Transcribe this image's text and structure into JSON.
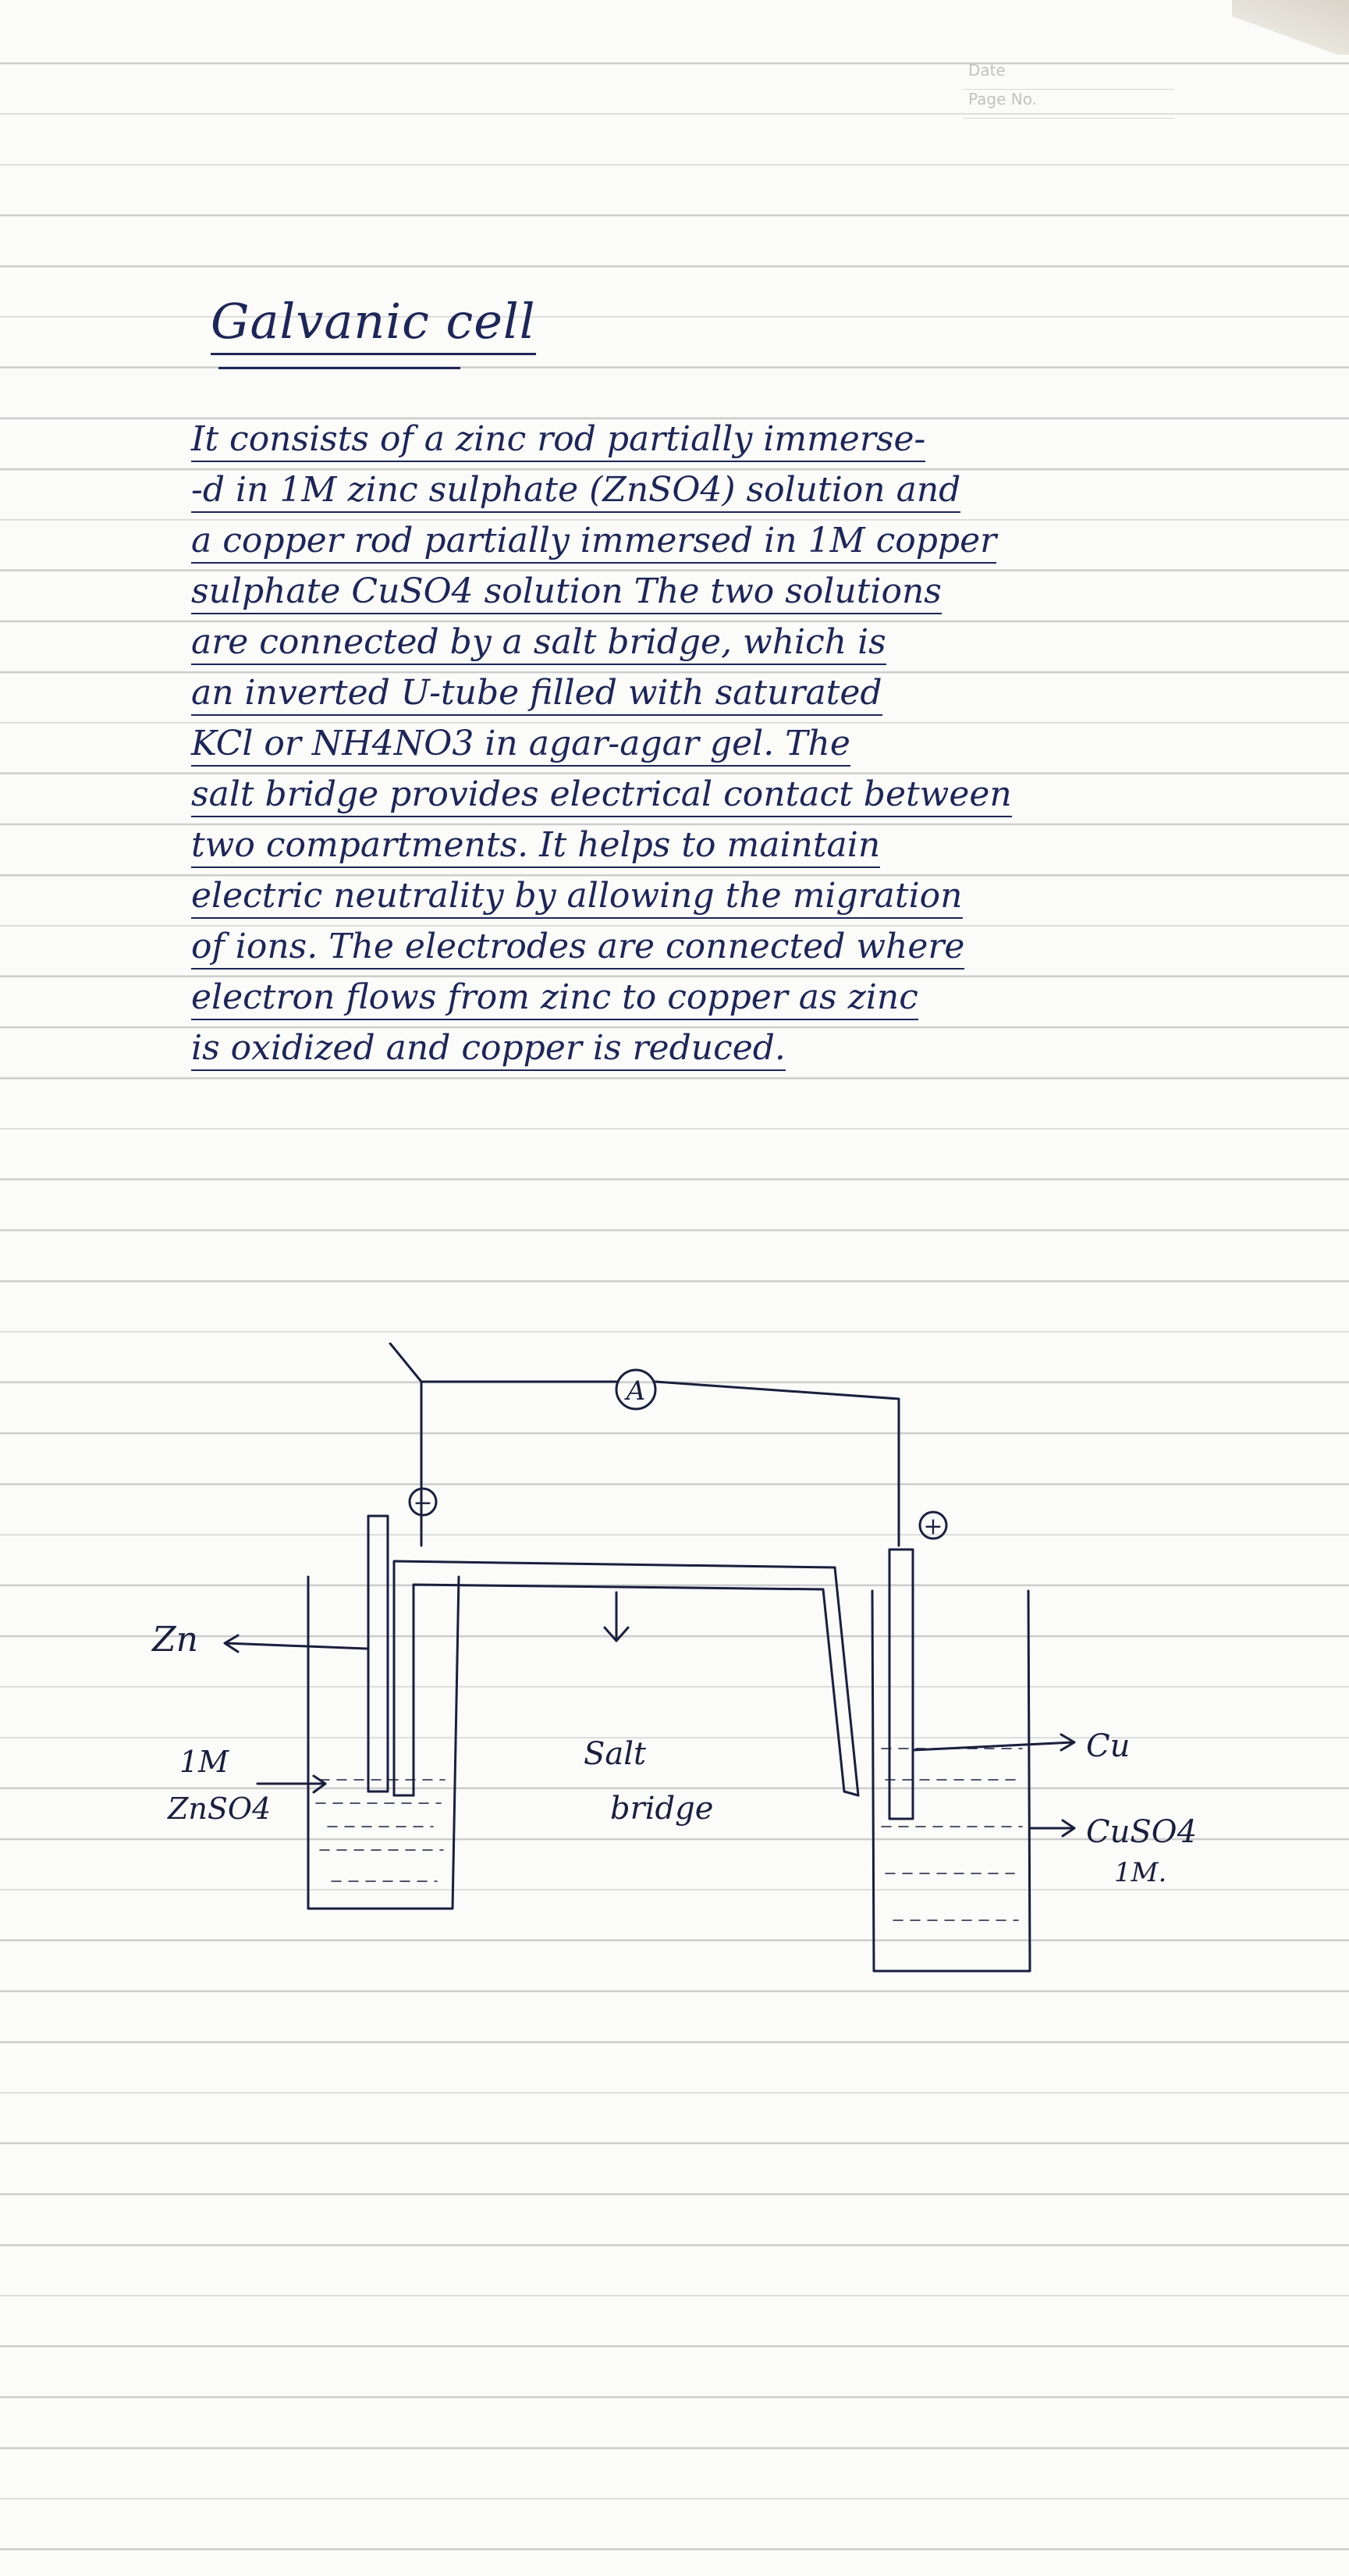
{
  "page": {
    "header_box": {
      "line_1": "Date",
      "line_2": "Page No."
    },
    "title": "Galvanic cell",
    "note_lines": [
      "It consists of a zinc rod partially immerse-",
      "-d in 1M zinc sulphate (ZnSO4) solution and",
      "a copper rod partially immersed in 1M copper",
      "sulphate CuSO4 solution The two solutions",
      "are connected by a salt bridge, which is",
      "an inverted U-tube filled with saturated",
      "KCl or NH4NO3 in agar-agar gel. The",
      "salt bridge provides electrical contact between",
      "two compartments. It helps to maintain",
      "electric neutrality by allowing the migration",
      "of ions. The electrodes are connected where",
      "electron flows from zinc to copper as zinc",
      "is oxidized and copper is reduced."
    ]
  },
  "diagram": {
    "ammeter": "A",
    "anode_sign": "−",
    "cathode_sign": "+",
    "zn_label": "Zn",
    "zn_solution": [
      "1M",
      "ZnSO4"
    ],
    "salt_bridge": [
      "Salt",
      "bridge"
    ],
    "cu_label": "Cu",
    "cu_solution": [
      "CuSO4",
      "1M."
    ]
  },
  "colors": {
    "ink": "#1d2656",
    "pencil": "#1a1f3d",
    "rule": "#c9c9c9",
    "paper": "#fbfbfa"
  }
}
